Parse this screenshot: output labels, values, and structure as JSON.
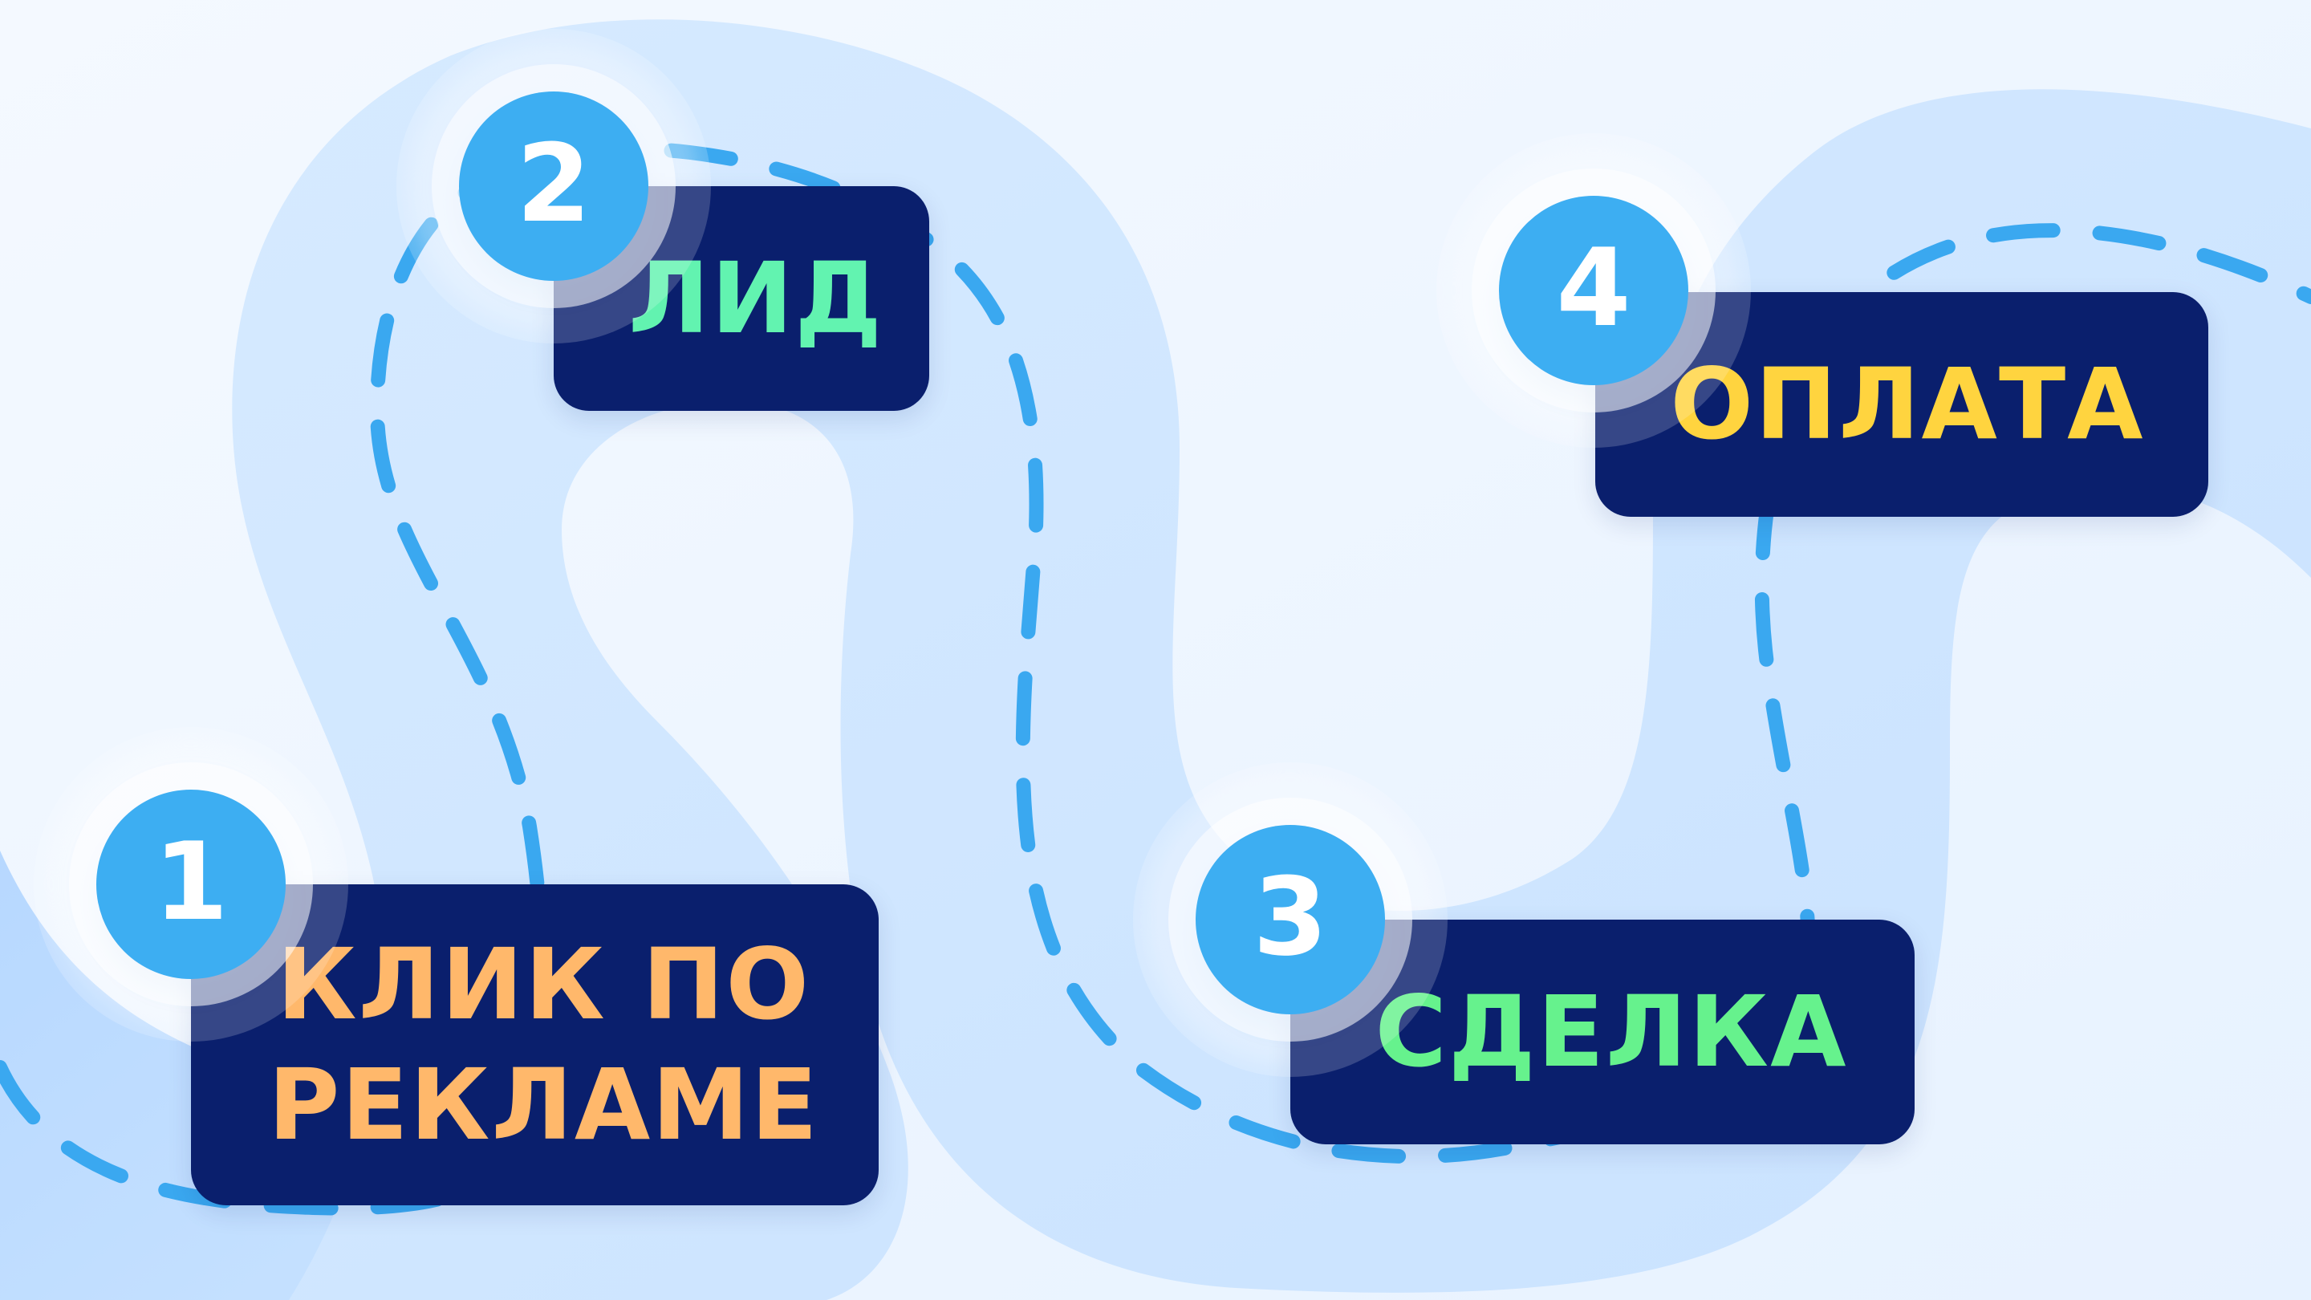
{
  "steps": [
    {
      "number": "1",
      "label_lines": [
        "КЛИК ПО",
        "РЕКЛАМЕ"
      ],
      "text_color": "#ffb86b"
    },
    {
      "number": "2",
      "label_lines": [
        "ЛИД"
      ],
      "text_color": "#62f3b0"
    },
    {
      "number": "3",
      "label_lines": [
        "СДЕЛКА"
      ],
      "text_color": "#66f28d"
    },
    {
      "number": "4",
      "label_lines": [
        "ОПЛАТА"
      ],
      "text_color": "#ffd43f"
    }
  ],
  "colors": {
    "background": "#eef6ff",
    "road_fill": "#cfe6ff",
    "road_shadow": "#bfdcff",
    "path_stroke": "#3aa8f0",
    "badge_fill": "#3daef2",
    "box_fill": "#0a1f6d",
    "badge_text": "#ffffff"
  },
  "icons": {
    "journey_path": "dashed-route-icon",
    "step_marker": "circle-number-badge"
  }
}
